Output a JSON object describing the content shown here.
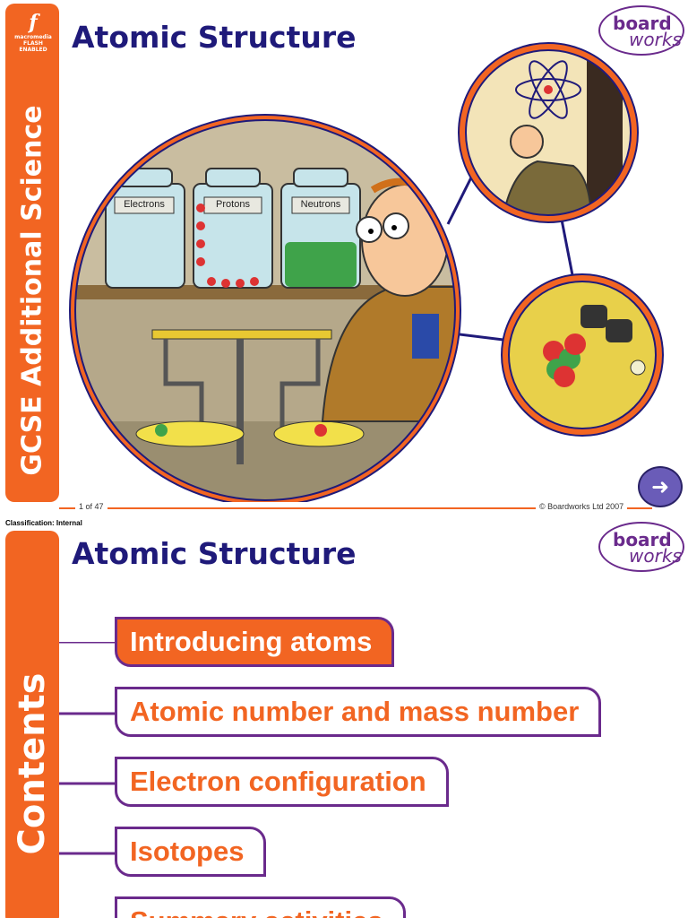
{
  "slide1": {
    "badge": {
      "line1": "macromedia",
      "line2": "FLASH",
      "line3": "ENABLED"
    },
    "sidebar_text": "GCSE Additional Science",
    "title": "Atomic Structure",
    "logo": {
      "line1": "board",
      "line2": "works"
    },
    "jars": [
      "Electrons",
      "Protons",
      "Neutrons"
    ],
    "footer_left": "1 of 47",
    "footer_right": "© Boardworks Ltd 2007"
  },
  "slide2": {
    "classification": "Classification: Internal",
    "sidebar_text": "Contents",
    "title": "Atomic Structure",
    "logo": {
      "line1": "board",
      "line2": "works"
    },
    "menu": [
      {
        "label": "Introducing atoms"
      },
      {
        "label": "Atomic number and mass number"
      },
      {
        "label": "Electron configuration"
      },
      {
        "label": "Isotopes"
      },
      {
        "label": "Summary activities"
      }
    ]
  },
  "colors": {
    "orange": "#f26522",
    "purple": "#6a2a8c",
    "navy": "#1f1a7a"
  }
}
